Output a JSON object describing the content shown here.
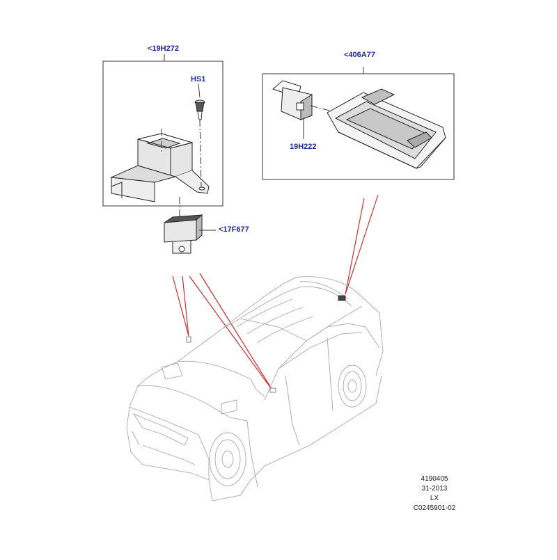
{
  "callouts": {
    "top_left": "<19H272",
    "hs1": "HS1",
    "sensor": "<17F677",
    "top_right": "<406A77",
    "module": "19H222"
  },
  "reference": {
    "line1": "4190405",
    "line2": "31-2013",
    "line3": "LX",
    "line4": "C0245901-02"
  },
  "colors": {
    "callout_text": "#1f2aa0",
    "leader_red": "#d42a2a",
    "outline_grey": "#9a9a9a"
  }
}
